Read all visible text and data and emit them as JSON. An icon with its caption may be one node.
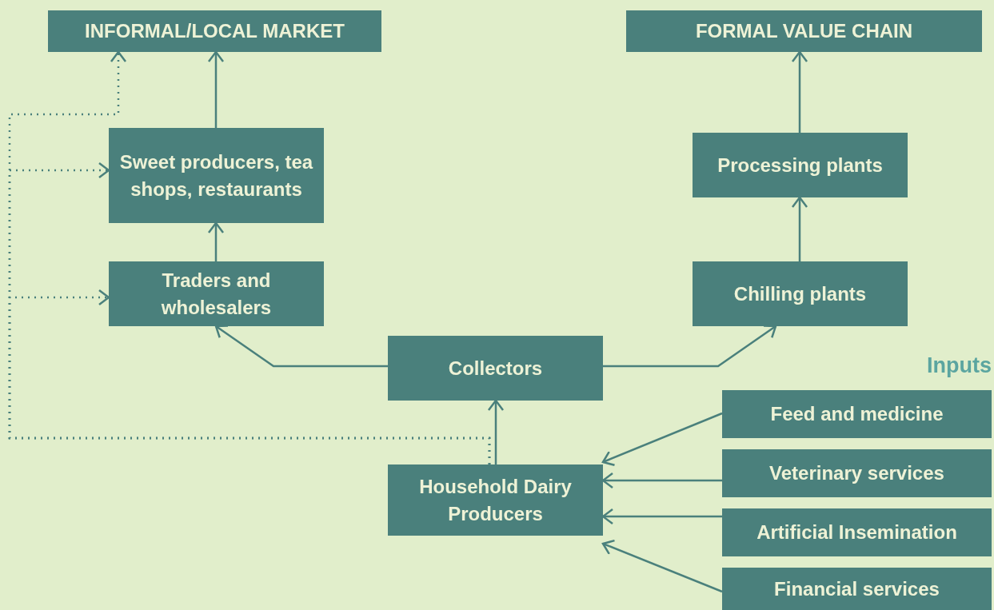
{
  "diagram": {
    "nodes": [
      {
        "text": [
          "INFORMAL/LOCAL MARKET"
        ]
      },
      {
        "text": [
          "FORMAL VALUE CHAIN"
        ]
      },
      {
        "text": [
          "Sweet producers, tea shops, restaurants"
        ]
      },
      {
        "text": [
          "Processing plants"
        ]
      },
      {
        "text": [
          "Traders and wholesalers"
        ]
      },
      {
        "text": [
          "Chilling plants"
        ]
      },
      {
        "text": [
          "Collectors"
        ]
      },
      {
        "text": [
          "Household Dairy Producers"
        ]
      },
      {
        "text": [
          "Feed and medicine"
        ]
      },
      {
        "text": [
          "Veterinary services"
        ]
      },
      {
        "text": [
          "Artificial Insemination"
        ]
      },
      {
        "text": [
          "Financial services"
        ]
      }
    ],
    "edges": [
      {
        "from": 2,
        "to": 0,
        "arrow": "to"
      },
      {
        "from": 4,
        "to": 2,
        "arrow": "to"
      },
      {
        "from": 6,
        "to": 4,
        "arrow": "to"
      },
      {
        "from": 6,
        "to": 5,
        "arrow": "to"
      },
      {
        "from": 5,
        "to": 3,
        "arrow": "to"
      },
      {
        "from": 3,
        "to": 1,
        "arrow": "to"
      },
      {
        "from": 7,
        "to": 6,
        "arrow": "to"
      },
      {
        "from": 8,
        "to": 7,
        "arrow": "to"
      },
      {
        "from": 9,
        "to": 7,
        "arrow": "to"
      },
      {
        "from": 10,
        "to": 7,
        "arrow": "to"
      },
      {
        "from": 11,
        "to": 7,
        "arrow": "to"
      },
      {
        "from": 7,
        "to": 0,
        "arrow": "to",
        "style": "dashed"
      },
      {
        "from": 7,
        "to": 2,
        "arrow": "to",
        "style": "dashed"
      },
      {
        "from": 7,
        "to": 4,
        "arrow": "to",
        "style": "dashed"
      }
    ],
    "labels": [
      "Inputs"
    ]
  }
}
